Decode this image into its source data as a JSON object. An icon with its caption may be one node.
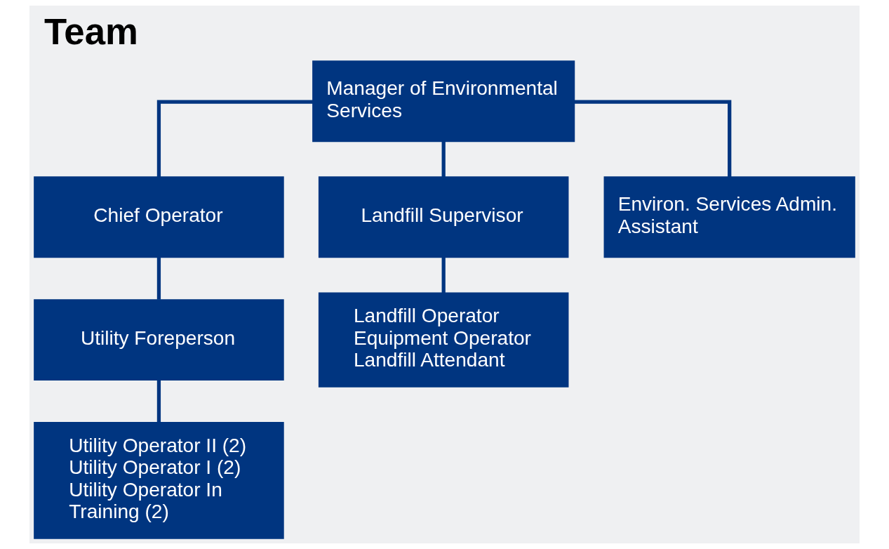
{
  "diagram": {
    "title": "Team",
    "nodes": [
      {
        "text": [
          "Manager of Environmental Services"
        ]
      },
      {
        "text": [
          "Chief Operator"
        ]
      },
      {
        "text": [
          "Landfill Supervisor"
        ]
      },
      {
        "text": [
          "Environ. Services Admin. Assistant"
        ]
      },
      {
        "text": [
          "Utility Foreperson"
        ]
      },
      {
        "text": [
          "Landfill Operator",
          "Equipment Operator",
          "Landfill Attendant"
        ]
      },
      {
        "text": [
          "Utility Operator II (2)",
          "Utility Operator I (2)",
          "Utility Operator In Training (2)"
        ]
      }
    ],
    "edges": [
      {
        "from": 0,
        "to": 1,
        "arrow": "none"
      },
      {
        "from": 0,
        "to": 2,
        "arrow": "none"
      },
      {
        "from": 0,
        "to": 3,
        "arrow": "none"
      },
      {
        "from": 1,
        "to": 4,
        "arrow": "none"
      },
      {
        "from": 2,
        "to": 5,
        "arrow": "none"
      },
      {
        "from": 4,
        "to": 6,
        "arrow": "none"
      }
    ]
  }
}
